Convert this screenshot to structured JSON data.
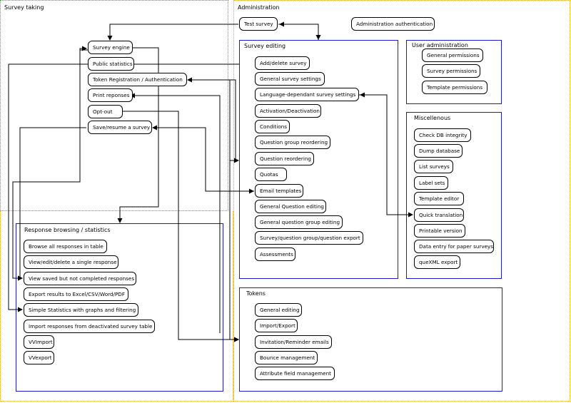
{
  "regions": {
    "survey_taking": "Survey taking",
    "administration": "Administration",
    "survey_editing": "Survey editing",
    "user_admin": "User administration",
    "misc": "Miscellenous",
    "response_browsing": "Response browsing / statistics",
    "tokens": "Tokens"
  },
  "nodes": {
    "test_survey": "Test survey",
    "admin_auth": "Administration authentication",
    "survey_engine": "Survey engine",
    "public_stats": "Public statistics",
    "token_reg": "Token Registration / Authentication",
    "print_responses": "Print reponses",
    "opt_out": "Opt-out",
    "save_resume": "Save/resume a survey",
    "add_delete": "Add/delete survey",
    "general_settings": "General survey settings",
    "lang_settings": "Language-dependant survey settings",
    "activation": "Activation/Deactivation",
    "conditions": "Conditions",
    "qgroup_reorder": "Question group reordering",
    "q_reorder": "Question reordering",
    "quotas": "Quotas",
    "email_templates": "Email templates",
    "general_q_edit": "General Question editing",
    "general_qgroup_edit": "General question group editing",
    "export": "Survey/question group/question export",
    "assessments": "Assessments",
    "general_perms": "General permissions",
    "survey_perms": "Survey permissions",
    "template_perms": "Template permissions",
    "check_db": "Check DB integrity",
    "dump_db": "Dump database",
    "list_surveys": "List surveys",
    "label_sets": "Label sets",
    "template_editor": "Template editor",
    "quick_translation": "Quick translation",
    "printable_version": "Printable version",
    "data_entry": "Data entry for paper surveys",
    "quexml": "queXML export",
    "browse_all": "Browse all responses in table",
    "view_edit_delete": "View/edit/delete a single response",
    "view_saved": "View saved but not completed responses",
    "export_results": "Export results to Excel/CSV/Word/PDF",
    "simple_stats": "Simple Statistics with graphs and filtering",
    "import_responses": "Import responses from deactivated survey table",
    "vvimport": "VVImport",
    "vvexport": "VVexport",
    "tok_general": "General editing",
    "tok_import_export": "Import/Export",
    "tok_invitation": "Invitation/Reminder emails",
    "tok_bounce": "Bounce management",
    "tok_attribute": "Attribute field management"
  },
  "colors": {
    "survey_taking_border": "#22cc22",
    "administration_border": "#e8a020",
    "box_border": "#1a1ad0",
    "edge": "#000000"
  }
}
